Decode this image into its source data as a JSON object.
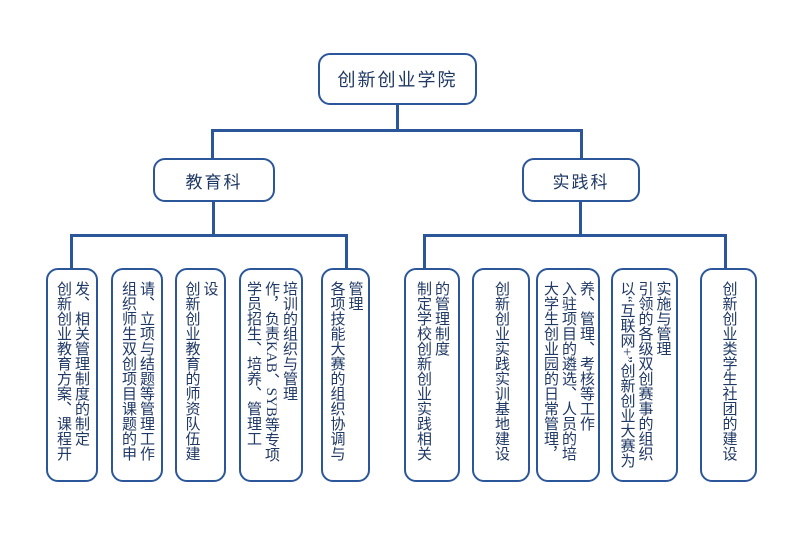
{
  "colors": {
    "line": "#2b579a",
    "border": "#2b579a",
    "text": "#1f3864",
    "background": "#ffffff"
  },
  "root": {
    "label": "创新创业学院"
  },
  "branches": [
    {
      "label": "教育科",
      "children": [
        "创新创业教育方案、课程开发、相关管理制度的制定",
        "组织师生双创项目课题的申请、立项与结题等管理工作",
        "创新创业教育的师资队伍建设",
        "学员招生、培养、管理工作，负责KAB、SYB等专项培训的组织与管理",
        "各项技能大赛的组织协调与管理"
      ]
    },
    {
      "label": "实践科",
      "children": [
        "制定学校创新创业实践相关的管理制度",
        "创新创业实践实训基地建设",
        "大学生创业园的日常管理，入驻项目的遴选、人员的培养、管理、考核等工作",
        "以“互联网+”创新创业大赛为引领的各级双创赛事的组织实施与管理",
        "创新创业类学生社团的建设"
      ]
    }
  ]
}
